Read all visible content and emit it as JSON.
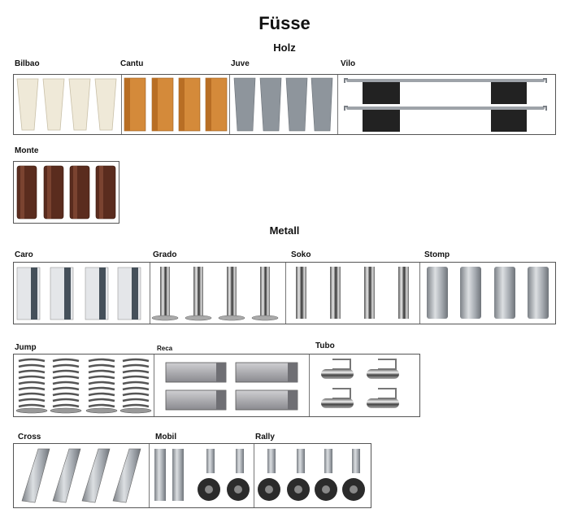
{
  "title": "Füsse",
  "sections": {
    "holz": "Holz",
    "metall": "Metall"
  },
  "labels": {
    "bilbao": "Bilbao",
    "cantu": "Cantu",
    "juve": "Juve",
    "vilo": "Vilo",
    "monte": "Monte",
    "caro": "Caro",
    "grado": "Grado",
    "soko": "Soko",
    "stomp": "Stomp",
    "jump": "Jump",
    "reca": "Reca",
    "tubo": "Tubo",
    "cross": "Cross",
    "mobil": "Mobil",
    "rally": "Rally"
  },
  "colors": {
    "bilbao": "#efe9d8",
    "cantu": "#d48a3a",
    "juve": "#8e959c",
    "monte": "#5a2c1e",
    "metal": "#b8bcc2",
    "dark": "#222222"
  }
}
